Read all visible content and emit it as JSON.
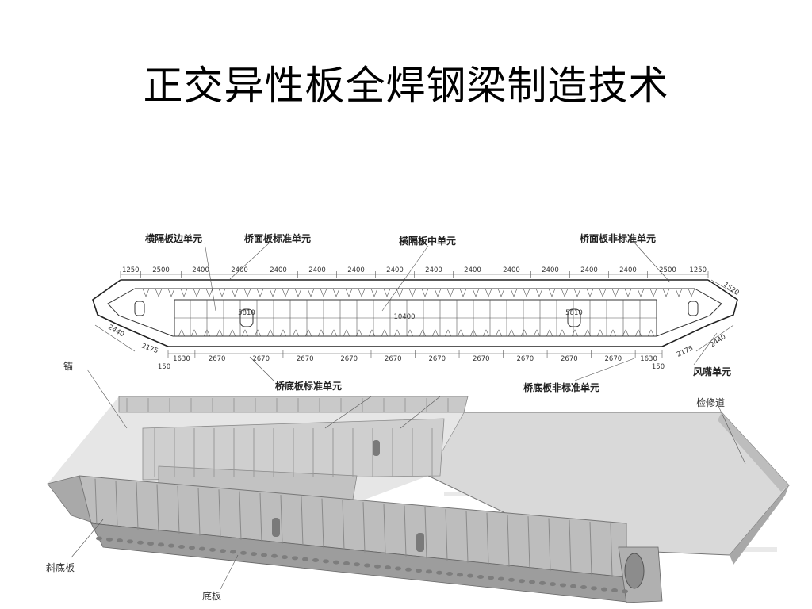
{
  "slide": {
    "title": "正交异性板全焊钢梁制造技术"
  },
  "section_drawing": {
    "labels": {
      "diaphragm_edge_unit": "横隔板边单元",
      "deck_standard_unit": "桥面板标准单元",
      "diaphragm_middle_unit": "横隔板中单元",
      "deck_nonstandard_unit": "桥面板非标准单元",
      "bottom_standard_unit": "桥底板标准单元",
      "bottom_nonstandard_unit": "桥底板非标准单元",
      "wind_nose_unit": "风嘴单元"
    },
    "top_dims": [
      "1250",
      "2500",
      "2400",
      "2400",
      "2400",
      "2400",
      "2400",
      "2400",
      "2400",
      "2400",
      "2400",
      "2400",
      "2400",
      "2400",
      "2500",
      "1250"
    ],
    "bottom_dims": [
      "1630",
      "2670",
      "2670",
      "2670",
      "2670",
      "2670",
      "2670",
      "2670",
      "2670",
      "2670",
      "2670",
      "1630"
    ],
    "center_height": "10400",
    "side_marks": [
      "5810",
      "5810"
    ],
    "end_dim_right": "1520",
    "diagonal_dims": [
      "2440",
      "2175",
      "2175",
      "2440"
    ],
    "end_gaps": [
      "150",
      "150"
    ]
  },
  "model_3d": {
    "labels": {
      "anchor": "锚",
      "maintenance_walkway": "检修道",
      "inclined_bottom_plate": "斜底板",
      "bottom_plate": "底板"
    }
  },
  "colors": {
    "background": "#ffffff",
    "line": "#333333",
    "steel_light": "#dcdcdc",
    "steel_mid": "#b8b8b8",
    "steel_dark": "#8c8c8c"
  }
}
